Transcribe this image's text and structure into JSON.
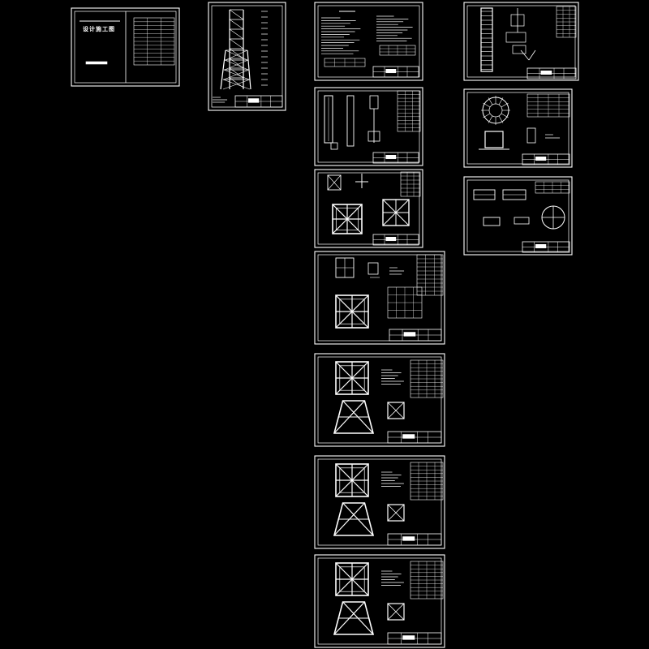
{
  "cover": {
    "title": "设计施工图"
  },
  "colors": {
    "background": "#000000",
    "linework": "#ffffff"
  },
  "sheets": [
    {
      "kind": "cover"
    },
    {
      "kind": "cover-table"
    },
    {
      "kind": "tower-elevation"
    },
    {
      "kind": "design-notes"
    },
    {
      "kind": "ladder-detail"
    },
    {
      "kind": "column-details"
    },
    {
      "kind": "platform-plan"
    },
    {
      "kind": "plan-and-section"
    },
    {
      "kind": "node-details"
    },
    {
      "kind": "frame-plan"
    },
    {
      "kind": "frame-section"
    },
    {
      "kind": "frame-section"
    },
    {
      "kind": "frame-section"
    }
  ]
}
